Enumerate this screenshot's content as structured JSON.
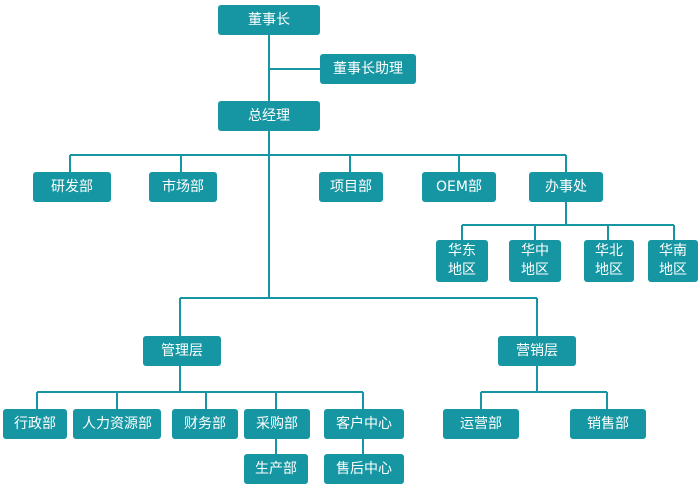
{
  "colors": {
    "node_fill": "#1596a2",
    "connector": "#1596a2",
    "text": "#ffffff",
    "background": "#ffffff"
  },
  "nodes": {
    "chairman": "董事长",
    "chairman_assistant": "董事长助理",
    "general_manager": "总经理",
    "rnd": "研发部",
    "marketing": "市场部",
    "projects": "项目部",
    "oem": "OEM部",
    "office": "办事处",
    "east": [
      "华东",
      "地区"
    ],
    "central": [
      "华中",
      "地区"
    ],
    "north": [
      "华北",
      "地区"
    ],
    "south": [
      "华南",
      "地区"
    ],
    "management": "管理层",
    "sales_layer": "营销层",
    "admin": "行政部",
    "hr": "人力资源部",
    "finance": "财务部",
    "purchasing": "采购部",
    "customer_center": "客户中心",
    "production": "生产部",
    "after_sales": "售后中心",
    "operations": "运营部",
    "sales_dept": "销售部"
  }
}
